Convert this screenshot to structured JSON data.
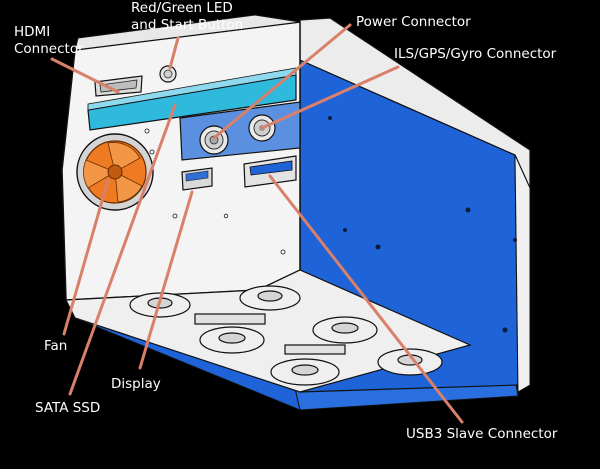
{
  "labels": {
    "hdmi": "HDMI\nConnector",
    "led": "Red/Green LED\nand Start Button",
    "power": "Power Connector",
    "ils": "ILS/GPS/Gyro Connector",
    "fan": "Fan",
    "display": "Display",
    "ssd": "SATA SSD",
    "usb3": "USB3 Slave Connector"
  },
  "colors": {
    "background": "#000000",
    "leader": "#d9806a",
    "body": "#f4f4f4",
    "side_panel": "#1f63d8",
    "cyan_strip": "#2fb9dd",
    "fan": "#ee7a22",
    "connector_panel": "#5b8fe0"
  }
}
